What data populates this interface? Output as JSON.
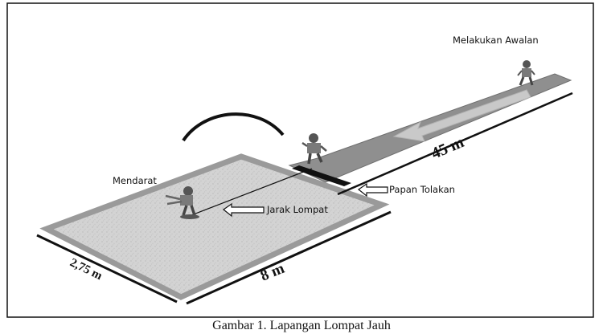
{
  "labels": {
    "run_up": "Melakukan Awalan",
    "landing": "Mendarat",
    "board": "Papan Tolakan",
    "jump_distance": "Jarak Lompat"
  },
  "dimensions": {
    "runway_length": "45 m",
    "pit_length": "8 m",
    "pit_width": "2,75 m"
  },
  "caption": "Gambar 1. Lapangan Lompat Jauh",
  "colors": {
    "runway": "#8f8f8f",
    "sand": "#d3d3d3",
    "sand_border": "#9a9a9a",
    "board": "#111111"
  }
}
